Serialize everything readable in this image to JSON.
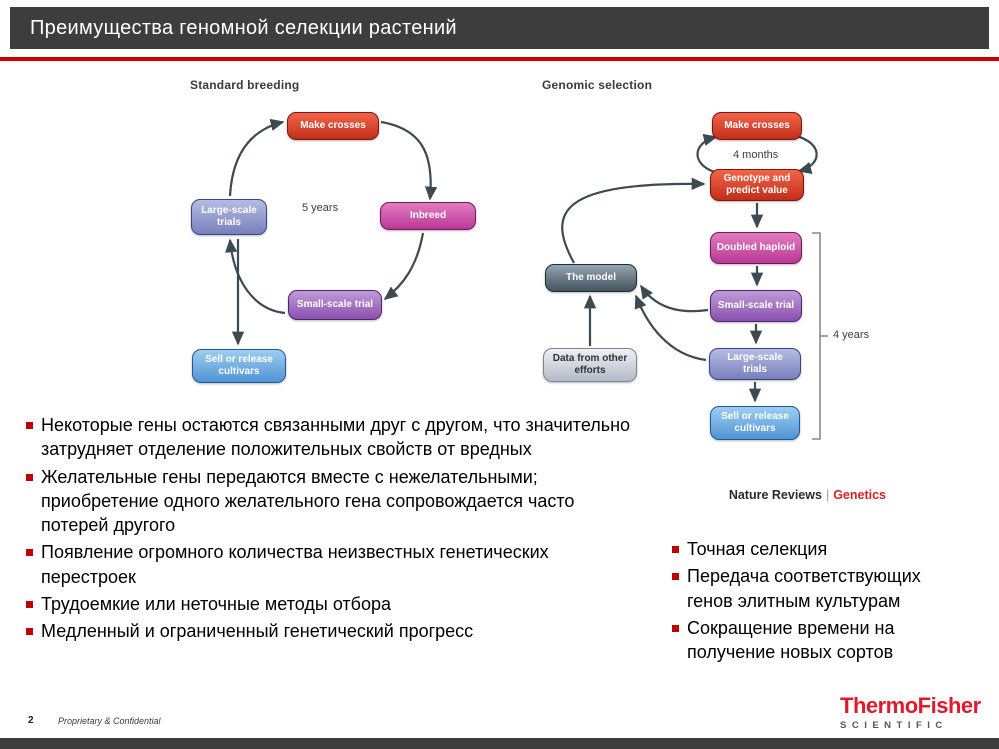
{
  "slide": {
    "title": "Преимущества геномной селекции растений",
    "page_number": "2",
    "confidential": "Proprietary & Confidential"
  },
  "logo": {
    "brand": "ThermoFisher",
    "sub": "SCIENTIFIC"
  },
  "standard_breeding": {
    "title": "Standard breeding",
    "duration": "5 years",
    "boxes": {
      "make_crosses": "Make crosses",
      "inbreed": "Inbreed",
      "large_scale": "Large-scale trials",
      "small_scale": "Small-scale trial",
      "sell": "Sell or release cultivars"
    }
  },
  "genomic_selection": {
    "title": "Genomic selection",
    "cycle_duration": "4 months",
    "pipeline_duration": "4 years",
    "boxes": {
      "make_crosses": "Make crosses",
      "genotype": "Genotype and predict value",
      "doubled_haploid": "Doubled haploid",
      "small_scale": "Small-scale trial",
      "large_scale": "Large-scale trials",
      "sell": "Sell or release cultivars",
      "model": "The model",
      "data": "Data from other efforts"
    },
    "caption": {
      "left": "Nature Reviews",
      "sep": "|",
      "right": "Genetics"
    }
  },
  "left_bullets": [
    "Некоторые гены остаются связанными друг с другом, что значительно затрудняет отделение положительных свойств от вредных",
    "Желательные гены передаются вместе с нежелательными; приобретение одного желательного гена сопровождается часто потерей другого",
    "Появление огромного количества неизвестных генетических перестроек",
    "Трудоемкие или неточные методы отбора",
    "Медленный и ограниченный генетический прогресс"
  ],
  "right_bullets": [
    "Точная селекция",
    "Передача соответствующих генов элитным культурам",
    "Сокращение времени на получение новых сортов"
  ],
  "colors": {
    "header_bg": "#3d3d3d",
    "accent_red": "#cc0000",
    "bullet_red": "#c00000",
    "logo_red": "#e01b2c",
    "caption_red": "#dc1f26",
    "box_red": "#c22d1a",
    "box_magenta": "#b93896",
    "box_purple": "#8a50ae",
    "box_lavender": "#7880bc",
    "box_blue": "#4f94d4",
    "box_slate": "#45555f",
    "box_gray": "#b4bac6",
    "arrow": "#3c4a52"
  }
}
